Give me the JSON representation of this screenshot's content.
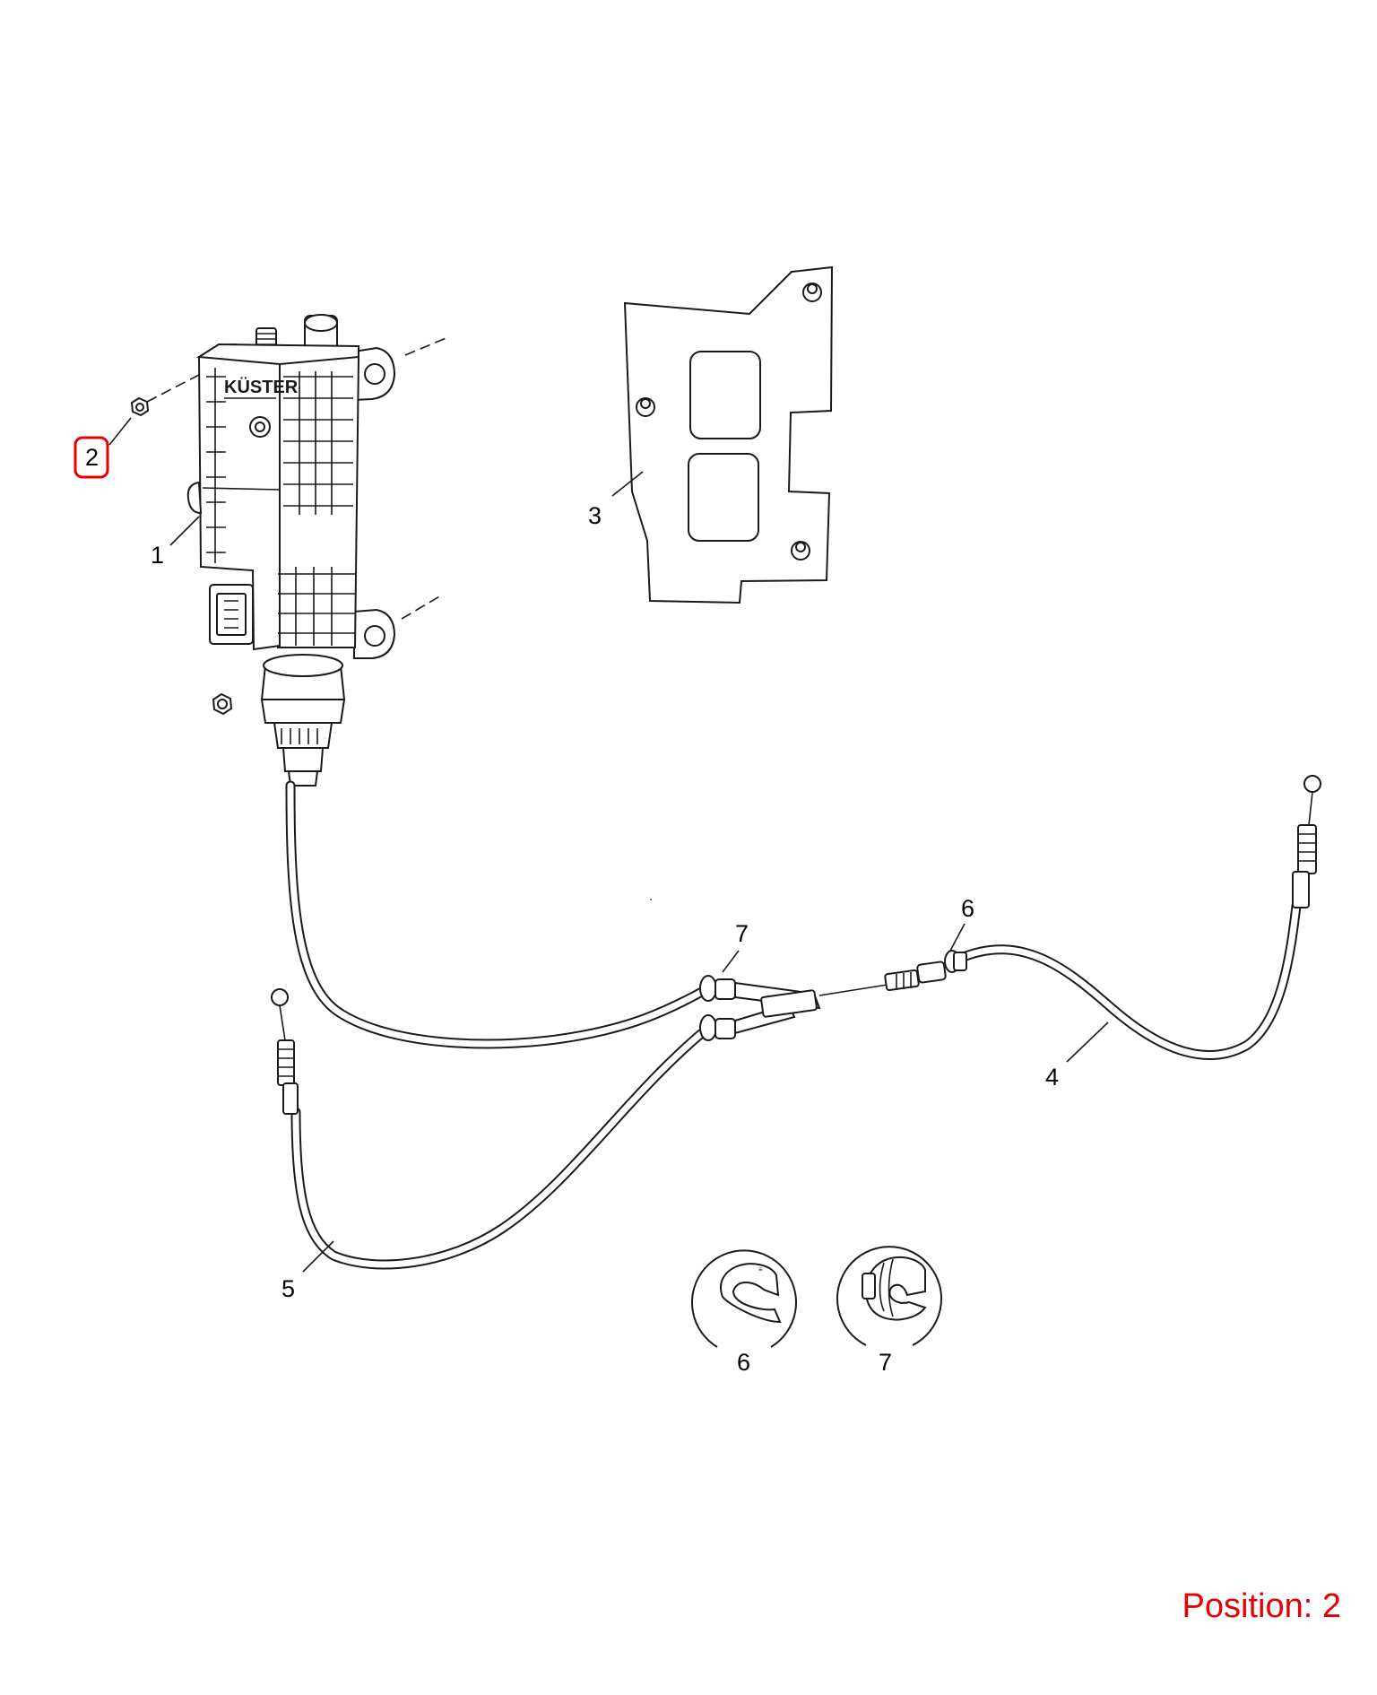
{
  "diagram": {
    "brand_text": "KÜSTER",
    "callouts": {
      "part_1": "1",
      "part_2": "2",
      "part_3": "3",
      "part_4": "4",
      "part_5": "5",
      "part_6": "6",
      "part_7": "7",
      "detail_6": "6",
      "detail_7": "7"
    },
    "highlighted_callout": "2",
    "highlight_color": "#e60000"
  },
  "footer": {
    "position_text": "Position: 2"
  },
  "icons": {
    "actuator": "parking-brake-actuator-icon",
    "nut": "nut-icon",
    "bracket": "mounting-bracket-icon",
    "clip": "retaining-clip-icon",
    "grommet": "grommet-icon"
  }
}
